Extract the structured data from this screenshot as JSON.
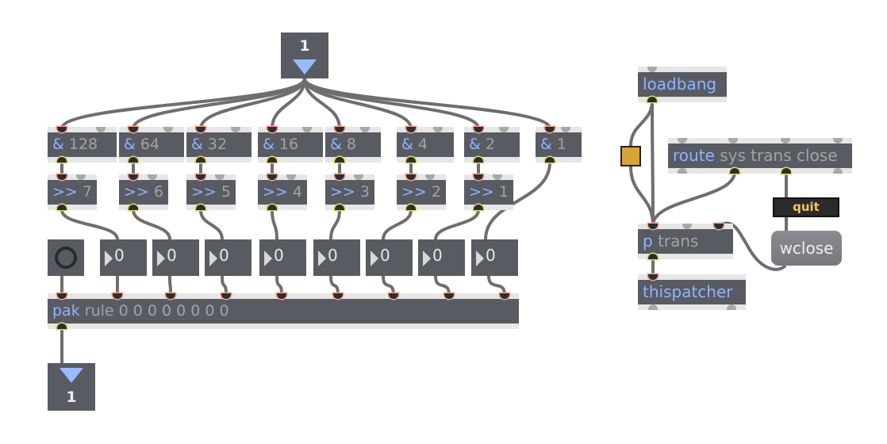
{
  "patcher": {
    "inlet_top": {
      "label": "1"
    },
    "outlet_bottom": {
      "label": "1"
    },
    "and_objects": [
      {
        "cls": "&",
        "arg": "128"
      },
      {
        "cls": "&",
        "arg": "64"
      },
      {
        "cls": "&",
        "arg": "32"
      },
      {
        "cls": "&",
        "arg": "16"
      },
      {
        "cls": "&",
        "arg": "8"
      },
      {
        "cls": "&",
        "arg": "4"
      },
      {
        "cls": "&",
        "arg": "2"
      },
      {
        "cls": "&",
        "arg": "1"
      }
    ],
    "shift_objects": [
      {
        "cls": ">>",
        "arg": "7"
      },
      {
        "cls": ">>",
        "arg": "6"
      },
      {
        "cls": ">>",
        "arg": "5"
      },
      {
        "cls": ">>",
        "arg": "4"
      },
      {
        "cls": ">>",
        "arg": "3"
      },
      {
        "cls": ">>",
        "arg": "2"
      },
      {
        "cls": ">>",
        "arg": "1"
      }
    ],
    "number_boxes": [
      "0",
      "0",
      "0",
      "0",
      "0",
      "0",
      "0",
      "0"
    ],
    "pak": {
      "cls": "pak",
      "args": "rule 0 0 0 0 0 0 0 0"
    },
    "loadbang": {
      "cls": "loadbang"
    },
    "route": {
      "cls": "route",
      "args": "sys trans close"
    },
    "quit_message": {
      "label": "quit"
    },
    "p_trans": {
      "cls": "p",
      "args": "trans"
    },
    "thispatcher": {
      "cls": "thispatcher"
    },
    "wclose": {
      "label": "wclose"
    }
  },
  "colors": {
    "object_body": "#595b63",
    "object_class_text": "#8fb3ff",
    "object_arg_text": "#a3a3a3",
    "cable": "#6e6e6e",
    "bang_square": "#d6a43a",
    "quit_text": "#f2c468"
  }
}
